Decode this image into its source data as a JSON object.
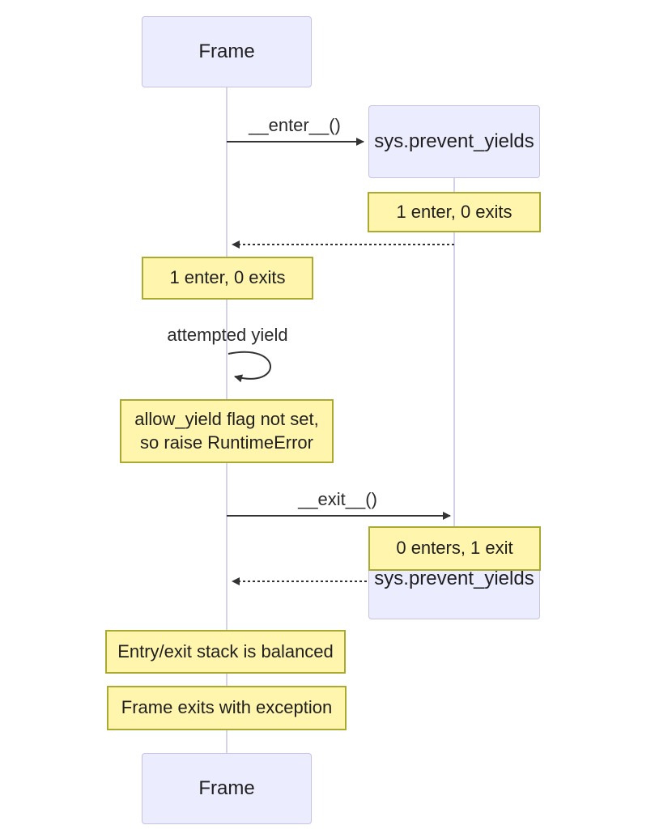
{
  "diagram_type": "sequence-diagram",
  "colors": {
    "participant_fill": "#ECECFF",
    "participant_border": "#C6C2E3",
    "note_fill": "#FFF5AD",
    "note_border": "#AAAA33",
    "arrow": "#333333",
    "lifeline": "#D6D2EB",
    "text": "#1F1F1F"
  },
  "participants": {
    "frame": {
      "label": "Frame"
    },
    "sys": {
      "label": "sys.prevent_yields"
    }
  },
  "messages": {
    "enter": {
      "label": "__enter__()",
      "type": "solid-arrow"
    },
    "return1": {
      "label": "",
      "type": "dashed-arrow"
    },
    "self_yield": {
      "label": "attempted yield",
      "type": "self-loop"
    },
    "exit": {
      "label": "__exit__()",
      "type": "solid-arrow"
    },
    "return2": {
      "label": "",
      "type": "dashed-arrow"
    }
  },
  "notes": {
    "enter_counts_sys": "1 enter, 0 exits",
    "enter_counts_frame": "1 enter, 0 exits",
    "yield_error": "allow_yield flag not set,\nso raise RuntimeError",
    "exit_counts_sys": "0 enters, 1 exit",
    "stack_balanced": "Entry/exit stack is balanced",
    "frame_exception": "Frame exits with exception"
  }
}
